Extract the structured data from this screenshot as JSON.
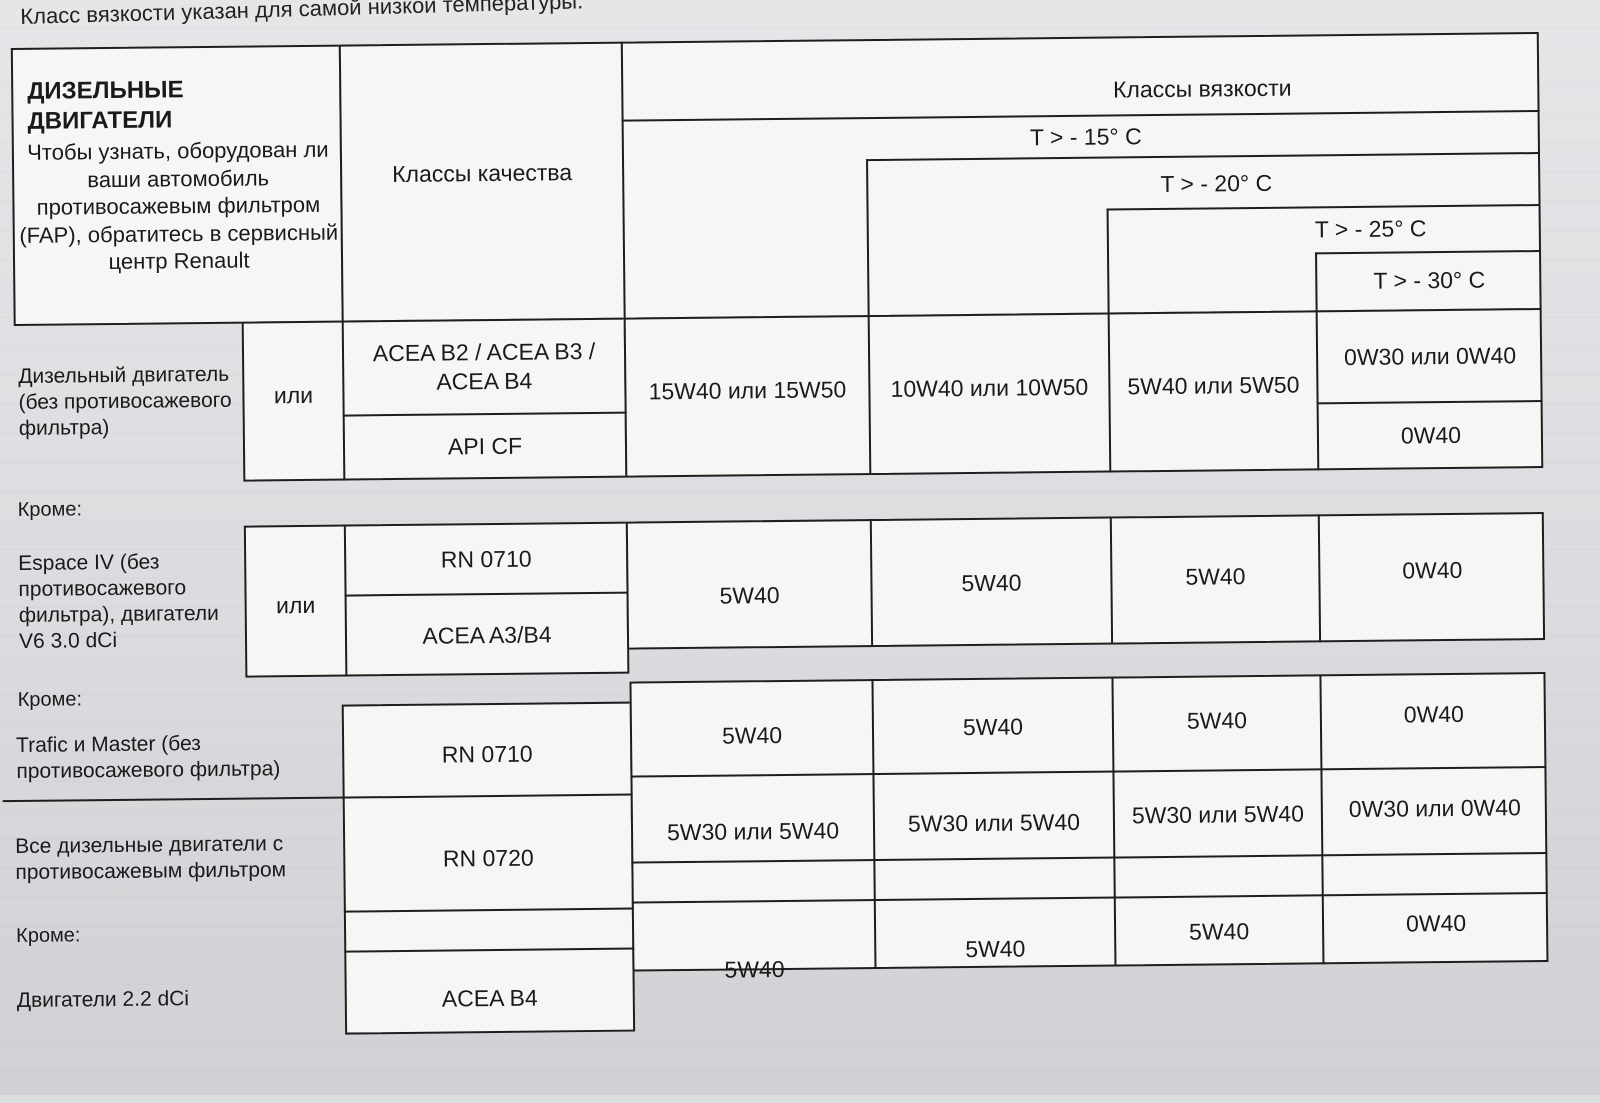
{
  "caption": "Класс вязкости указан для самой низкой температуры.",
  "header": {
    "title": "ДИЗЕЛЬНЫЕ ДВИГАТЕЛИ",
    "note": "Чтобы узнать, оборудован ли ваши автомобиль противосажевым фильтром (FAP), обратитесь в сервисный центр Renault",
    "quality_classes": "Классы качества",
    "viscosity_classes": "Классы вязкости",
    "temps": [
      "T > - 15° C",
      "T > - 20° C",
      "T > - 25° C",
      "T > - 30° C"
    ]
  },
  "rows": {
    "r1": {
      "label": "Дизельный двигатель (без противосажевого фильтра)",
      "or": "или",
      "quality_a": "ACEA B2 / ACEA B3 / ACEA B4",
      "quality_b": "API CF",
      "v15": "15W40 или 15W50",
      "v20": "10W40 или 10W50",
      "v25": "5W40 или 5W50",
      "v30a": "0W30 или 0W40",
      "v30b": "0W40"
    },
    "except1": "Кроме:",
    "r2": {
      "label": "Espace IV (без противосажевого фильтра), двигатели V6 3.0 dCi",
      "or": "или",
      "quality_a": "RN 0710",
      "quality_b": "ACEA A3/B4",
      "v15": "5W40",
      "v20": "5W40",
      "v25": "5W40",
      "v30": "0W40"
    },
    "except2": "Кроме:",
    "r3": {
      "label": "Trafic и Master (без противосажевого фильтра)",
      "quality": "RN 0710",
      "v15": "5W40",
      "v20": "5W40",
      "v25": "5W40",
      "v30": "0W40"
    },
    "r4": {
      "label": "Все дизельные двигатели с противосажевым фильтром",
      "quality": "RN 0720",
      "v15": "5W30 или 5W40",
      "v20": "5W30 или 5W40",
      "v25": "5W30 или 5W40",
      "v30": "0W30 или 0W40"
    },
    "except3": "Кроме:",
    "r5": {
      "label": "Двигатели 2.2 dCi",
      "quality": "ACEA B4",
      "v15": "5W40",
      "v20": "5W40",
      "v25": "5W40",
      "v30": "0W40"
    }
  }
}
